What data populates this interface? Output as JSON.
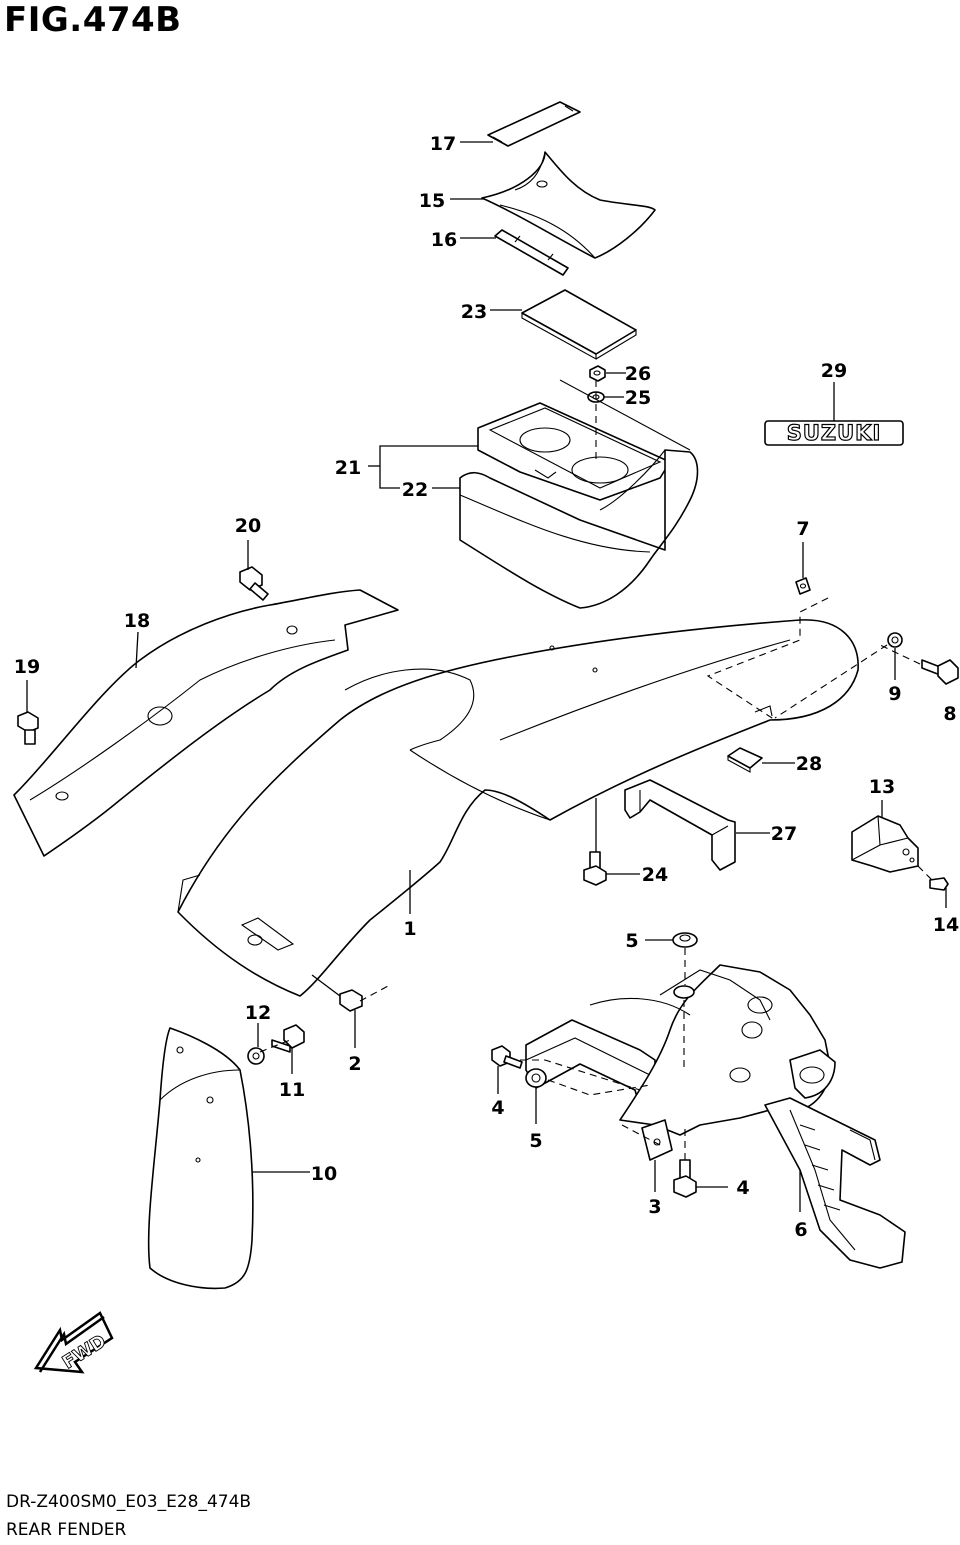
{
  "figure": {
    "title": "FIG.474B",
    "code": "DR-Z400SM0_E03_E28_474B",
    "name": "REAR FENDER"
  },
  "brand_badge": "SUZUKI",
  "direction_marker": "FWD",
  "callouts": [
    "17",
    "15",
    "16",
    "23",
    "26",
    "25",
    "29",
    "21",
    "22",
    "20",
    "7",
    "18",
    "19",
    "9",
    "8",
    "28",
    "13",
    "27",
    "24",
    "1",
    "14",
    "5",
    "12",
    "2",
    "11",
    "4",
    "5",
    "10",
    "3",
    "4",
    "6"
  ]
}
